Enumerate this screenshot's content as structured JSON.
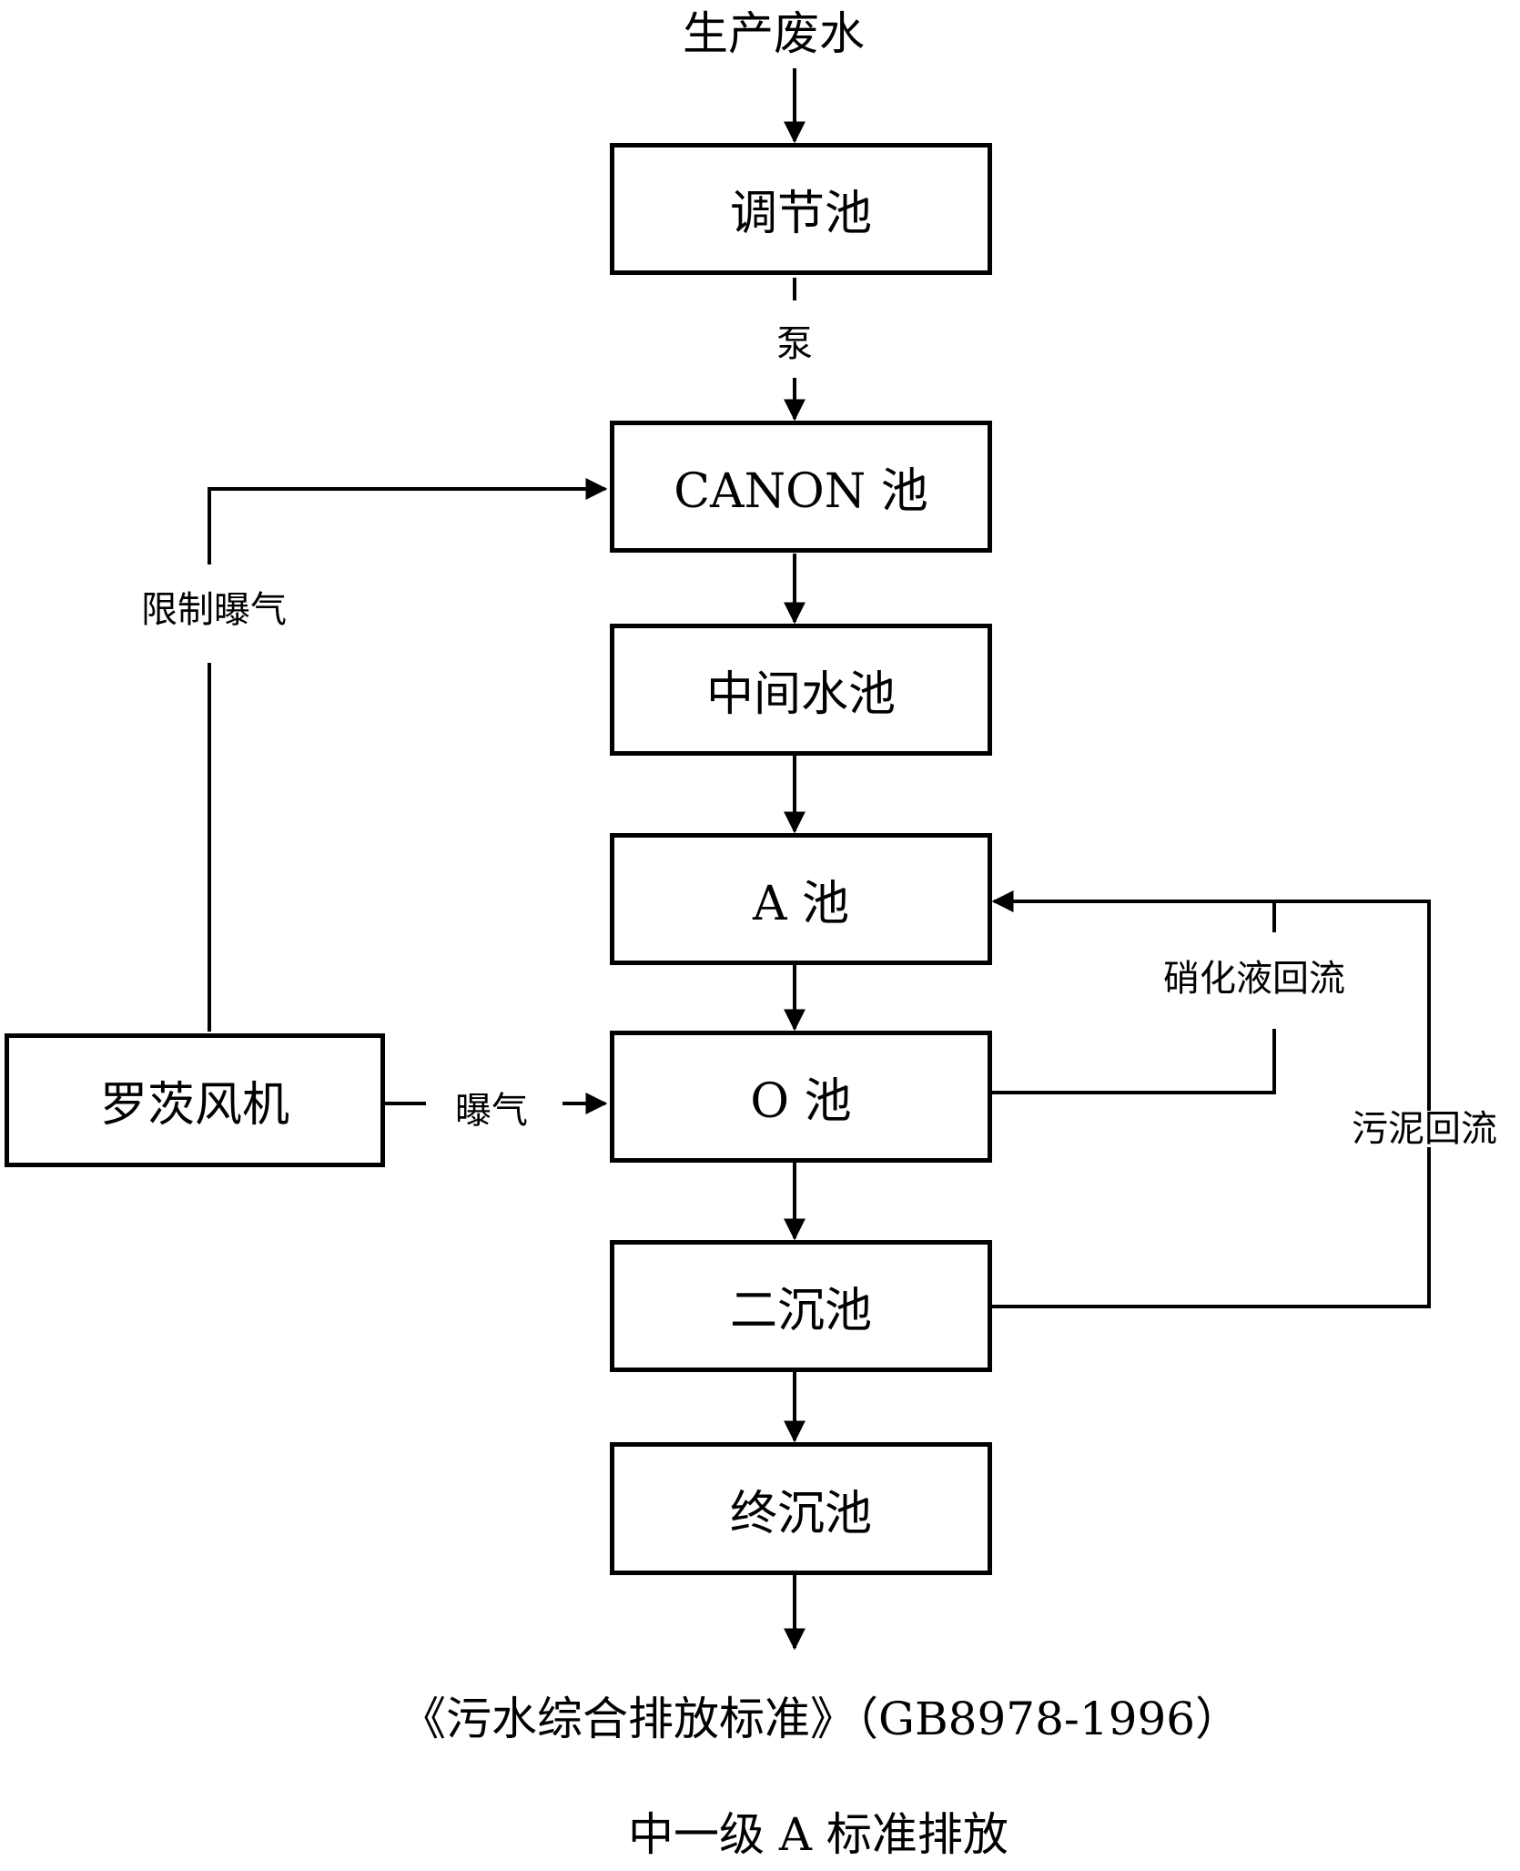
{
  "input": "生产废水",
  "nodes": {
    "tiaojie": "调节池",
    "canon": "CANON 池",
    "zhongjian": "中间水池",
    "a": "A 池",
    "o": "O 池",
    "erchen": "二沉池",
    "zhongchen": "终沉池",
    "fengji": "罗茨风机"
  },
  "edge_labels": {
    "pump": "泵",
    "limited_aeration": "限制曝气",
    "aeration": "曝气",
    "nitrified_return": "硝化液回流",
    "sludge_return": "污泥回流"
  },
  "output": {
    "line1": "《污水综合排放标准》（GB8978-1996）",
    "line2": "中一级 A 标准排放"
  }
}
